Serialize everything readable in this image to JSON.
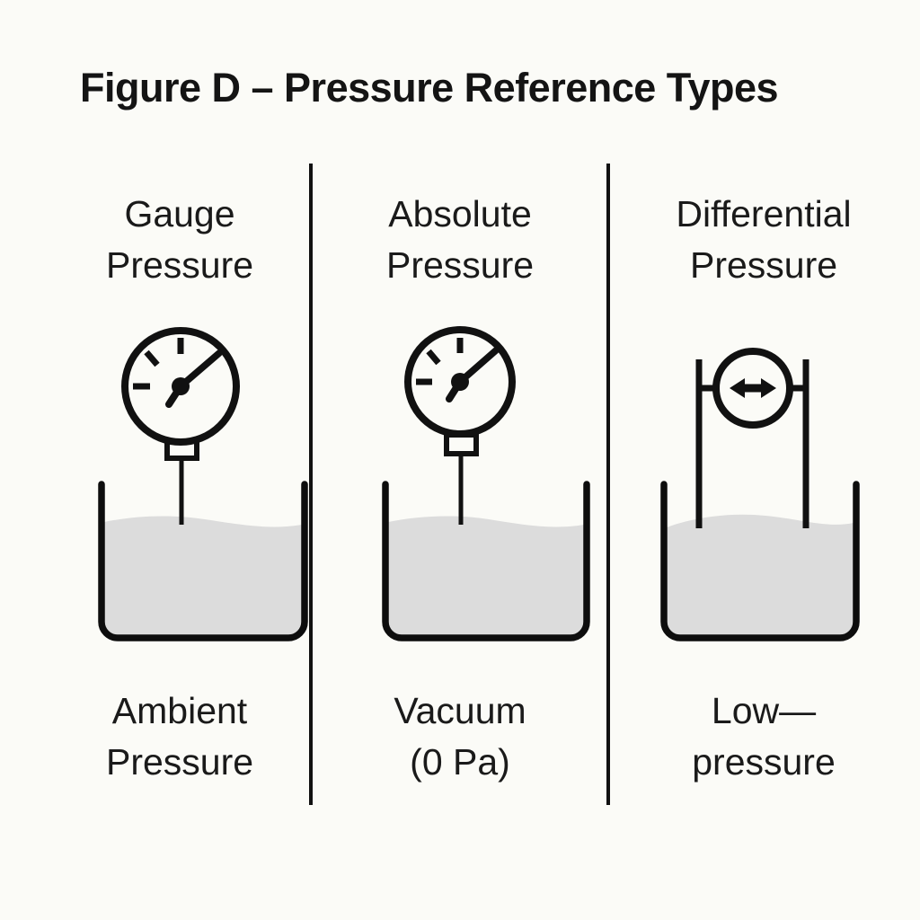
{
  "figure": {
    "title": "Figure D – Pressure Reference Types",
    "background_color": "#fbfbf7",
    "ink_color": "#111111",
    "liquid_color": "#dcdcdc"
  },
  "columns": [
    {
      "id": "gauge-pressure",
      "heading_line1": "Gauge",
      "heading_line2": "Pressure",
      "caption_line1": "Ambient",
      "caption_line2": "Pressure",
      "instrument": "dial-gauge",
      "reference": "Ambient Pressure"
    },
    {
      "id": "absolute-pressure",
      "heading_line1": "Absolute",
      "heading_line2": "Pressure",
      "caption_line1": "Vacuum",
      "caption_line2": "(0 Pa)",
      "instrument": "dial-gauge",
      "reference": "Vacuum (0 Pa)"
    },
    {
      "id": "differential-pressure",
      "heading_line1": "Differential",
      "heading_line2": "Pressure",
      "caption_line1": "Low—",
      "caption_line2": "pressure",
      "instrument": "differential-gauge",
      "reference": "Low—pressure"
    }
  ],
  "dividers": 2
}
